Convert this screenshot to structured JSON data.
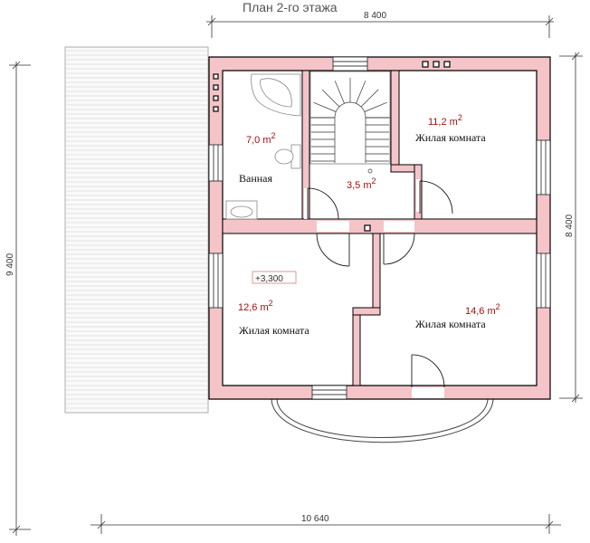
{
  "title": "План 2-го этажа",
  "dimensions": {
    "top": "8 400",
    "right": "8 400",
    "left": "9 400",
    "bottom": "10 640"
  },
  "level_mark": "+3,300",
  "rooms": [
    {
      "name": "Ванная",
      "area": "7,0 m",
      "sup": "2"
    },
    {
      "name": "",
      "area": "3,5 m",
      "sup": "2"
    },
    {
      "name": "Жилая комната",
      "area": "11,2 m",
      "sup": "2"
    },
    {
      "name": "Жилая комната",
      "area": "12,6 m",
      "sup": "2"
    },
    {
      "name": "Жилая комната",
      "area": "14,6 m",
      "sup": "2"
    }
  ],
  "colors": {
    "wall": "#f4c4c8",
    "wall_stroke": "#000000",
    "area_text": "#a01010",
    "terrace_line": "#c8c8c8"
  }
}
